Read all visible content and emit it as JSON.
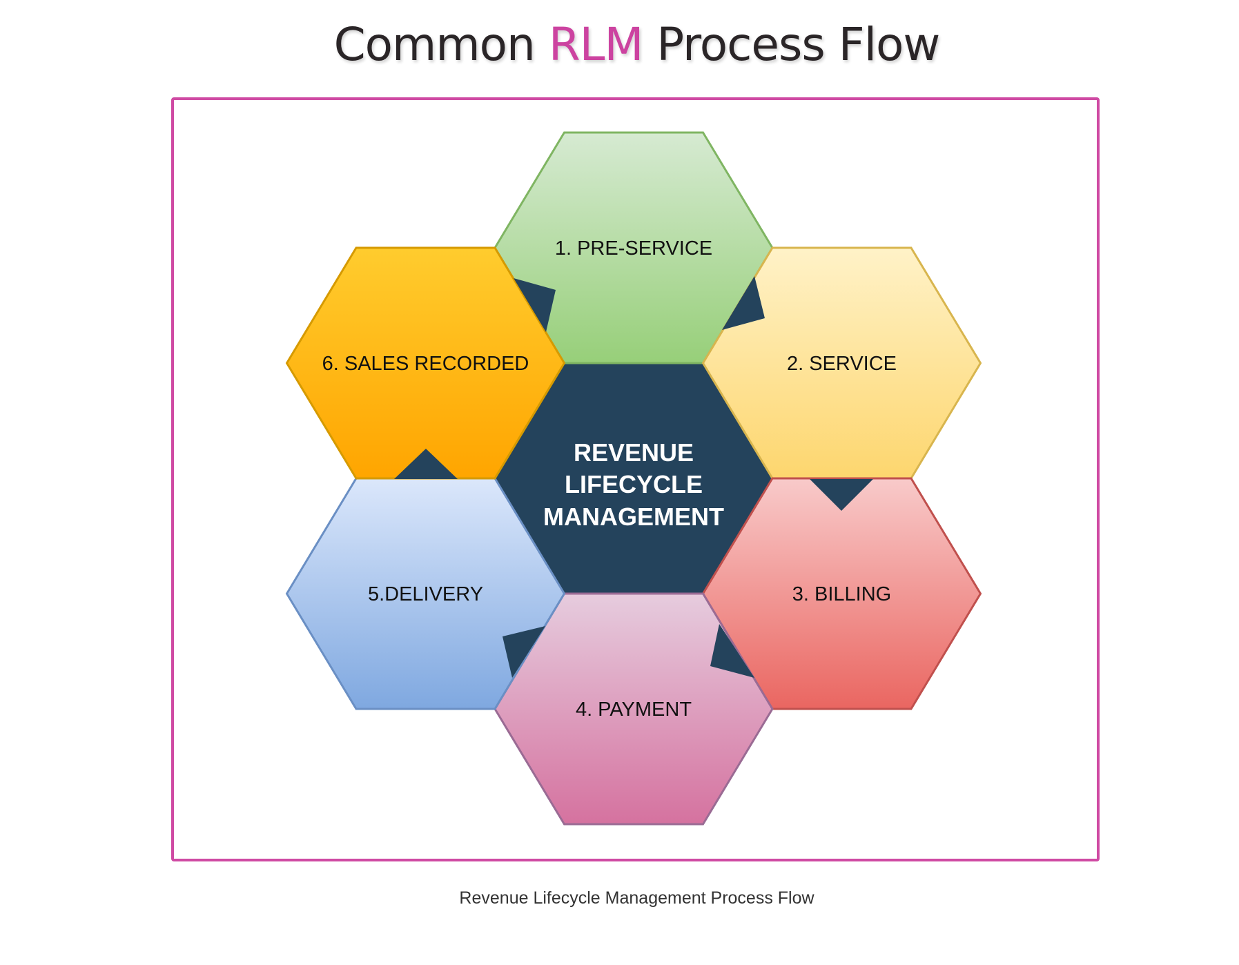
{
  "title": {
    "prefix": "Common ",
    "accent": "RLM",
    "suffix": " Process Flow",
    "accent_color": "#cc43a0"
  },
  "caption": "Revenue Lifecycle Management Process Flow",
  "center": {
    "lines": [
      "REVENUE",
      "LIFECYCLE",
      "MANAGEMENT"
    ],
    "color": "#24435c"
  },
  "steps": [
    {
      "label": "1. PRE-SERVICE",
      "top_color": "#d6ead2",
      "bottom_color": "#97cf79",
      "border": "#7fb562"
    },
    {
      "label": "2. SERVICE",
      "top_color": "#fff2c8",
      "bottom_color": "#fdd66e",
      "border": "#d8b54e"
    },
    {
      "label": "3. BILLING",
      "top_color": "#f8caca",
      "bottom_color": "#ea6661",
      "border": "#c0504d"
    },
    {
      "label": "4. PAYMENT",
      "top_color": "#e6ccde",
      "bottom_color": "#d5729f",
      "border": "#9a6b94"
    },
    {
      "label": "5.DELIVERY",
      "top_color": "#dbe7fb",
      "bottom_color": "#7fa8e0",
      "border": "#6a8fc4"
    },
    {
      "label": "6. SALES RECORDED",
      "top_color": "#ffcc2e",
      "bottom_color": "#ffa500",
      "border": "#d69a00"
    }
  ],
  "arrow_color": "#24435c"
}
